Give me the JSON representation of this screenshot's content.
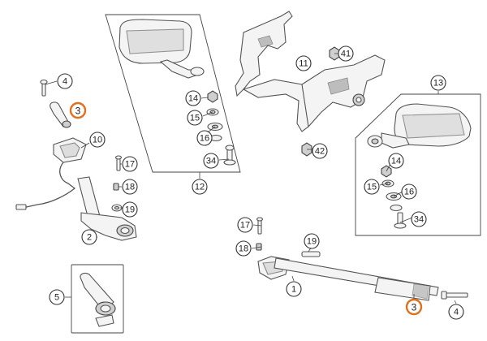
{
  "callouts": [
    {
      "id": "c1",
      "label": "1",
      "highlight": false
    },
    {
      "id": "c2",
      "label": "2",
      "highlight": false
    },
    {
      "id": "c3a",
      "label": "3",
      "highlight": true
    },
    {
      "id": "c3b",
      "label": "3",
      "highlight": true
    },
    {
      "id": "c4a",
      "label": "4",
      "highlight": false
    },
    {
      "id": "c4b",
      "label": "4",
      "highlight": false
    },
    {
      "id": "c5",
      "label": "5",
      "highlight": false
    },
    {
      "id": "c10",
      "label": "10",
      "highlight": false
    },
    {
      "id": "c11",
      "label": "11",
      "highlight": false
    },
    {
      "id": "c12",
      "label": "12",
      "highlight": false
    },
    {
      "id": "c13",
      "label": "13",
      "highlight": false
    },
    {
      "id": "c14a",
      "label": "14",
      "highlight": false
    },
    {
      "id": "c14b",
      "label": "14",
      "highlight": false
    },
    {
      "id": "c15a",
      "label": "15",
      "highlight": false
    },
    {
      "id": "c15b",
      "label": "15",
      "highlight": false
    },
    {
      "id": "c16a",
      "label": "16",
      "highlight": false
    },
    {
      "id": "c16b",
      "label": "16",
      "highlight": false
    },
    {
      "id": "c17a",
      "label": "17",
      "highlight": false
    },
    {
      "id": "c17b",
      "label": "17",
      "highlight": false
    },
    {
      "id": "c18a",
      "label": "18",
      "highlight": false
    },
    {
      "id": "c18b",
      "label": "18",
      "highlight": false
    },
    {
      "id": "c19a",
      "label": "19",
      "highlight": false
    },
    {
      "id": "c19b",
      "label": "19",
      "highlight": false
    },
    {
      "id": "c34a",
      "label": "34",
      "highlight": false
    },
    {
      "id": "c34b",
      "label": "34",
      "highlight": false
    },
    {
      "id": "c41",
      "label": "41",
      "highlight": false
    },
    {
      "id": "c42",
      "label": "42",
      "highlight": false
    }
  ],
  "colors": {
    "highlight": "#e0701c",
    "line": "#444444",
    "fill": "#f4f4f4"
  }
}
